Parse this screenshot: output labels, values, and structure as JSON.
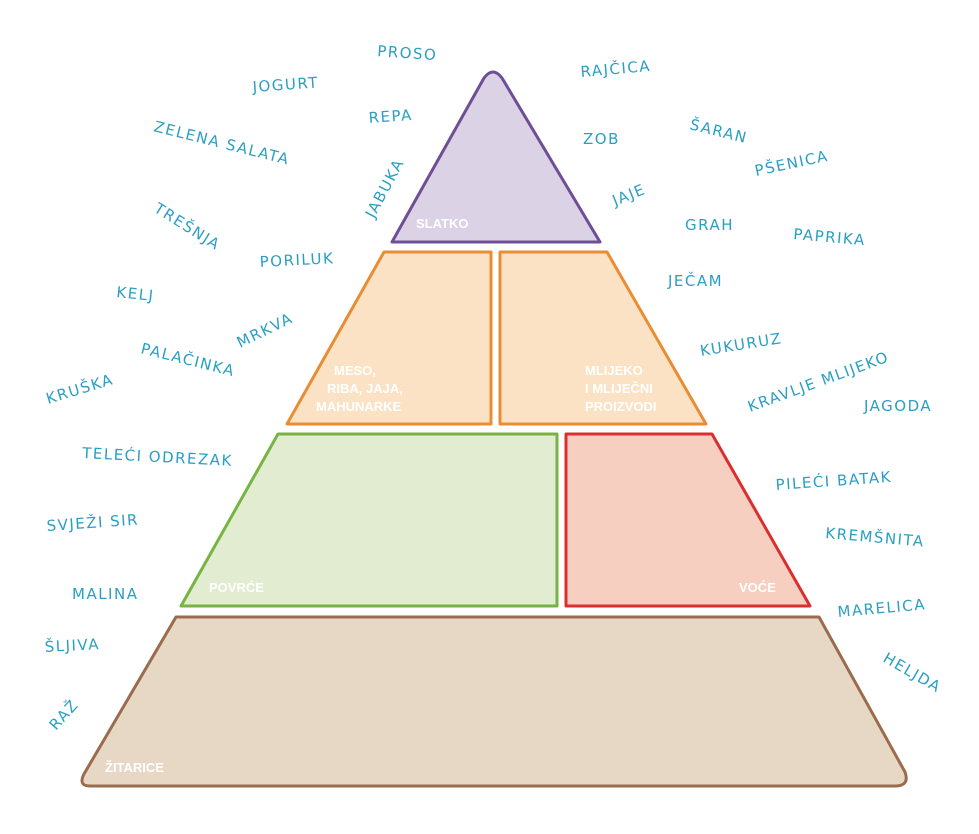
{
  "pyramid": {
    "colors": {
      "slatko_fill": "#dbd3e5",
      "slatko_stroke": "#6e4e94",
      "meso_fill": "#fbe2c5",
      "meso_stroke": "#e98d35",
      "mlijeko_fill": "#fbe2c5",
      "mlijeko_stroke": "#e98d35",
      "povrce_fill": "#e1ecd1",
      "povrce_stroke": "#77b444",
      "voce_fill": "#f7cfc0",
      "voce_stroke": "#d92f2f",
      "zitarice_fill": "#e7d8c5",
      "zitarice_stroke": "#9b6b4e",
      "food_text": "#2a9fc4"
    },
    "labels": {
      "slatko": "SLATKO",
      "meso": [
        "MESO,",
        "RIBA, JAJA,",
        "MAHUNARKE"
      ],
      "mlijeko": [
        "MLIJEKO",
        "I MLIJEČNI",
        "PROIZVODI"
      ],
      "povrce": "POVRĆE",
      "voce": "VOĆE",
      "zitarice": "ŽITARICE"
    }
  },
  "foods": [
    "PROSO",
    "JOGURT",
    "REPA",
    "ZELENA SALATA",
    "JABUKA",
    "TREŠNJA",
    "PORILUK",
    "KELJ",
    "MRKVA",
    "PALAČINKA",
    "KRUŠKA",
    "TELEĆI ODREZAK",
    "SVJEŽI SIR",
    "MALINA",
    "ŠLJIVA",
    "RAŽ",
    "RAJČICA",
    "ZOB",
    "ŠARAN",
    "PŠENICA",
    "JAJE",
    "GRAH",
    "PAPRIKA",
    "JEČAM",
    "KUKURUZ",
    "KRAVLJE MLIJEKO",
    "JAGODA",
    "PILEĆI BATAK",
    "KREMŠNITA",
    "MARELICA",
    "HELJDA"
  ]
}
